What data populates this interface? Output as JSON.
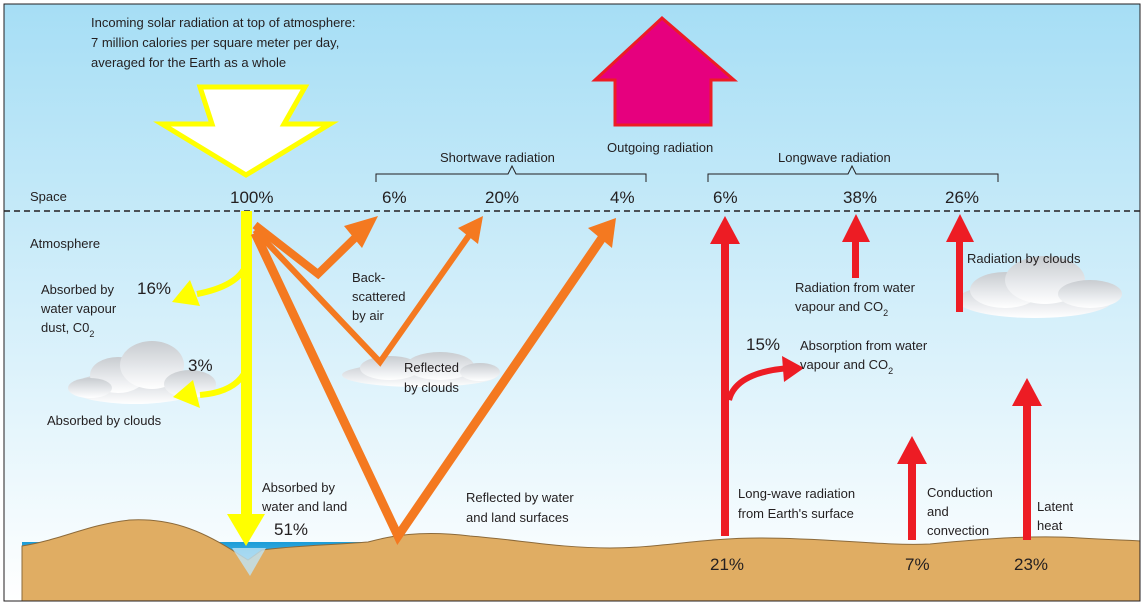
{
  "colors": {
    "sky_top": "#a6def5",
    "sky_bottom": "#ffffff",
    "incoming": "#ffff00",
    "reflected": "#f47920",
    "longwave": "#ed1c24",
    "outgoing": "#e6007e",
    "ground": "#e0ad63",
    "water": "#1a9cd8"
  },
  "incoming_label": {
    "line1": "Incoming solar radiation at top of atmosphere:",
    "line2": "7 million calories per square meter per day,",
    "line3": "averaged for the Earth as a whole"
  },
  "layers": {
    "space": "Space",
    "atmosphere": "Atmosphere"
  },
  "groups": {
    "shortwave": "Shortwave radiation",
    "outgoing": "Outgoing radiation",
    "longwave": "Longwave radiation"
  },
  "top_values": {
    "incoming": "100%",
    "backscatter": "6%",
    "clouds": "20%",
    "surface": "4%",
    "earth_lw": "6%",
    "water_vapour": "38%",
    "cloud_lw": "26%"
  },
  "absorbed_vapour": {
    "line1": "Absorbed by",
    "line2": "water vapour",
    "line3": "dust, C0",
    "sub": "2",
    "value": "16%"
  },
  "absorbed_clouds": {
    "label": "Absorbed by clouds",
    "value": "3%"
  },
  "backscattered": {
    "line1": "Back-",
    "line2": "scattered",
    "line3": "by air"
  },
  "reflected_clouds": {
    "line1": "Reflected",
    "line2": "by clouds"
  },
  "absorbed_land": {
    "line1": "Absorbed by",
    "line2": "water and land",
    "value": "51%"
  },
  "reflected_surface": {
    "line1": "Reflected by water",
    "line2": "and land surfaces"
  },
  "radiation_vapour": {
    "line1": "Radiation from water",
    "line2": "vapour and CO",
    "sub": "2"
  },
  "radiation_clouds": "Radiation  by clouds",
  "absorption_vapour": {
    "value": "15%",
    "line1": "Absorption from water",
    "line2": "vapour and CO",
    "sub": "2"
  },
  "longwave_surface": {
    "line1": "Long-wave radiation",
    "line2": "from Earth's surface",
    "value": "21%"
  },
  "conduction": {
    "line1": "Conduction",
    "line2": "and",
    "line3": "convection",
    "value": "7%"
  },
  "latent": {
    "line1": "Latent",
    "line2": "heat",
    "value": "23%"
  }
}
